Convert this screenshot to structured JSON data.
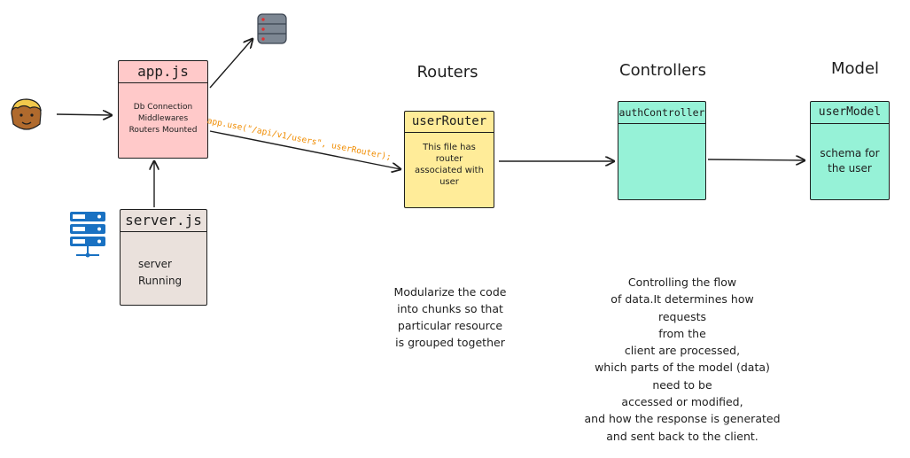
{
  "colors": {
    "appjs_fill": "#ffc9c9",
    "router_fill": "#ffec99",
    "controller_fill": "#96f2d7",
    "model_fill": "#96f2d7",
    "server_fill": "#eae1dc",
    "route_label": "#f08c00",
    "icon_blue": "#1971c2"
  },
  "icons": {
    "user": "user-icon",
    "database": "database-icon",
    "server": "server-rack-icon"
  },
  "headings": {
    "routers": "Routers",
    "controllers": "Controllers",
    "model": "Model"
  },
  "appjs": {
    "title": "app.js",
    "lines": [
      "Db Connection",
      "Middlewares",
      "Routers Mounted"
    ]
  },
  "server": {
    "title": "server.js",
    "lines": [
      "server",
      "Running"
    ]
  },
  "route_label": "app.use(\"/api/v1/users\", userRouter);",
  "router": {
    "title": "userRouter",
    "lines": [
      "This file has",
      "router",
      "associated with",
      "user"
    ]
  },
  "controller": {
    "title": "authController"
  },
  "model": {
    "title": "userModel",
    "lines": [
      "schema for",
      "the user"
    ]
  },
  "notes": {
    "routers": [
      "Modularize the code",
      "into chunks so that",
      "particular resource",
      "is grouped together"
    ],
    "controllers": [
      "Controlling the flow",
      "of data.It determines how",
      "requests",
      "from the",
      "client are processed,",
      "which parts of the model (data)",
      "need to be",
      "accessed or modified,",
      "and how the response is generated",
      "and sent back to the client."
    ]
  }
}
